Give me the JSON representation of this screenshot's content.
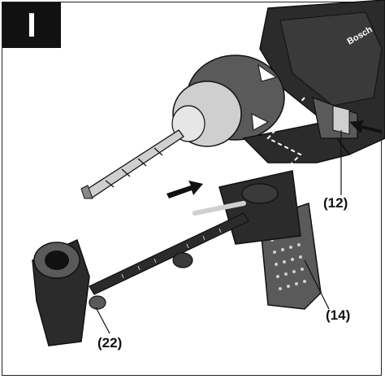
{
  "figure": {
    "step_label": "I",
    "brand_text": "Bosch",
    "callouts": {
      "depth_stop": "(12)",
      "handle": "(14)",
      "dust_collector": "(22)"
    },
    "colors": {
      "body_dark": "#2b2b2b",
      "body_mid": "#5a5a5a",
      "chuck_light": "#cfcfcf",
      "outline": "#111111",
      "accent": "#ffffff"
    }
  }
}
